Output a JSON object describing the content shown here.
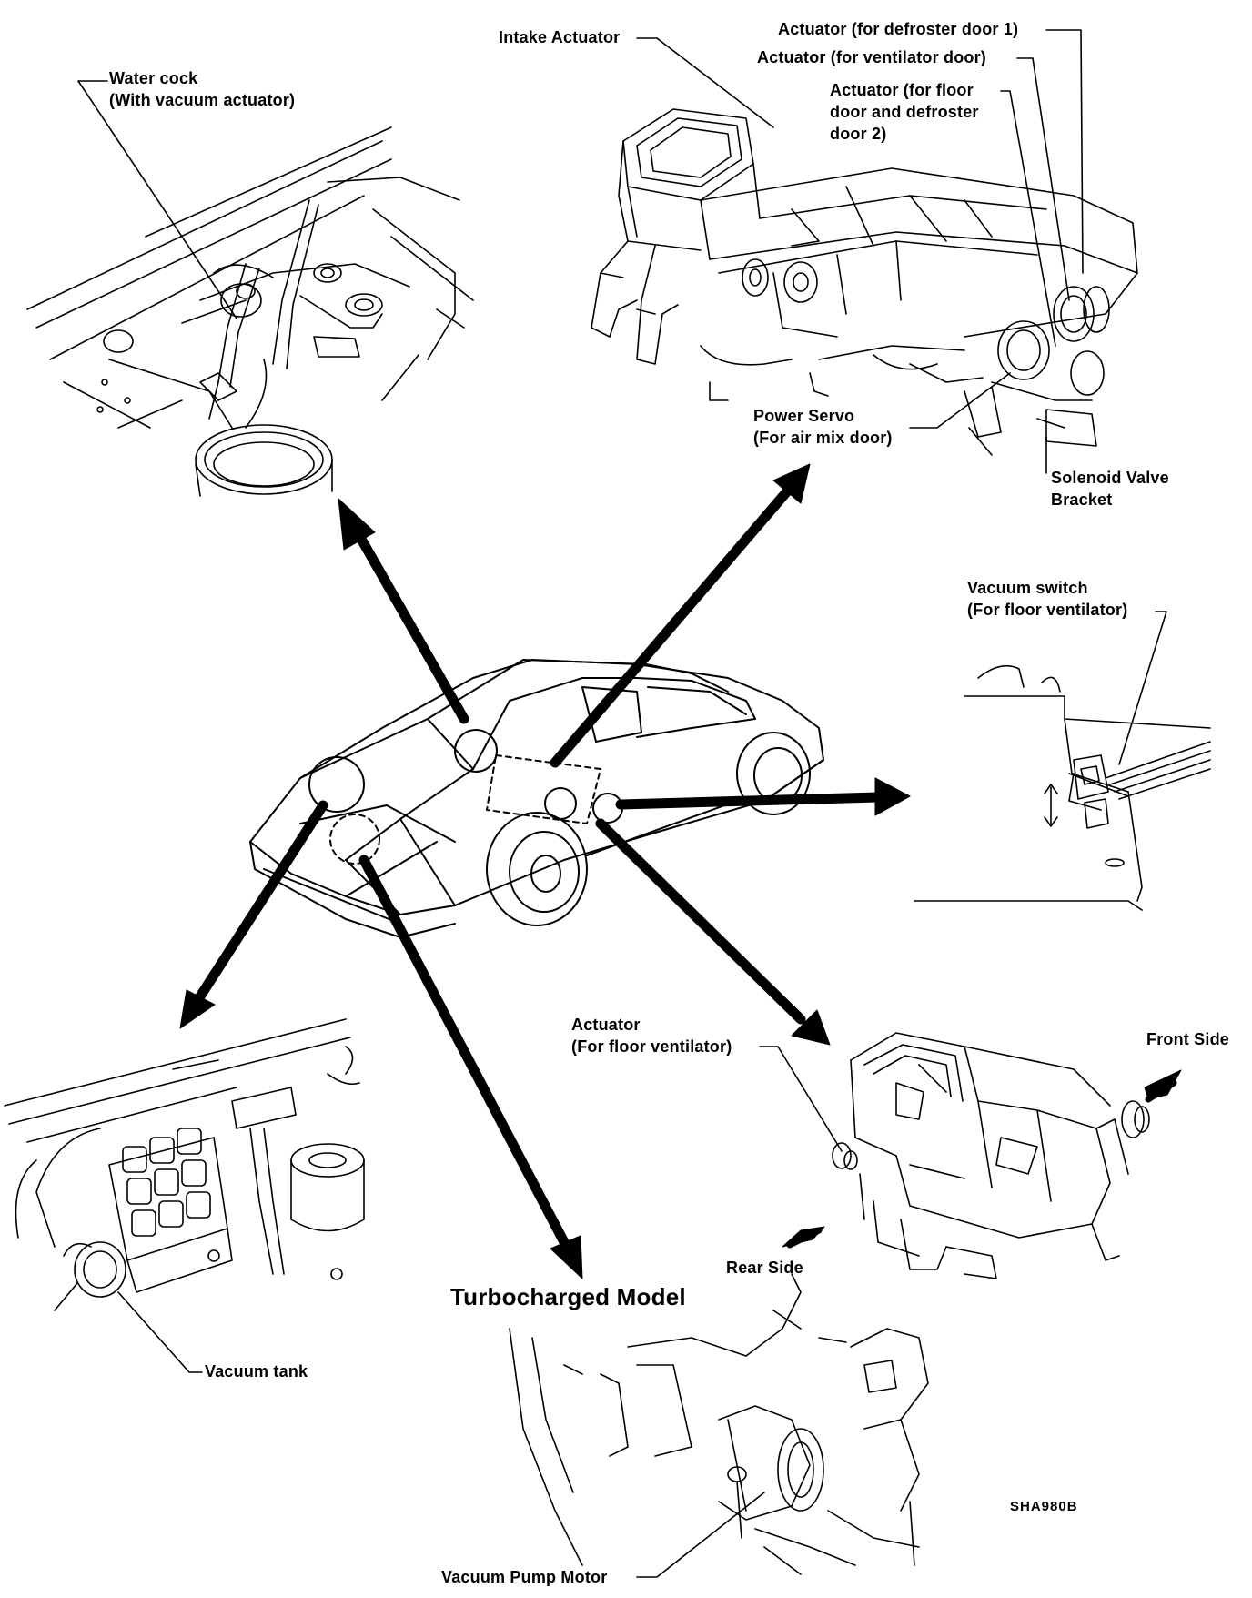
{
  "labels": {
    "water_cock": "Water cock",
    "water_cock_sub": "(With vacuum actuator)",
    "intake_actuator": "Intake Actuator",
    "actuator_defroster_door_1": "Actuator (for defroster door 1)",
    "actuator_ventilator_door": "Actuator (for ventilator door)",
    "actuator_floor_line1": "Actuator (for floor",
    "actuator_floor_line2": "door and defroster",
    "actuator_floor_line3": "door 2)",
    "power_servo": "Power Servo",
    "power_servo_sub": "(For air mix door)",
    "solenoid_valve": "Solenoid Valve",
    "solenoid_valve_sub": "Bracket",
    "vacuum_switch": "Vacuum switch",
    "vacuum_switch_sub": "(For floor ventilator)",
    "actuator_floor_ventilator": "Actuator",
    "actuator_floor_ventilator_sub": "(For floor ventilator)",
    "front_side": "Front Side",
    "rear_side": "Rear Side",
    "vacuum_tank": "Vacuum tank",
    "turbocharged_model": "Turbocharged Model",
    "vacuum_pump_motor": "Vacuum Pump Motor",
    "figure_code": "SHA980B"
  },
  "colors": {
    "ink": "#000000",
    "paper": "#ffffff"
  }
}
